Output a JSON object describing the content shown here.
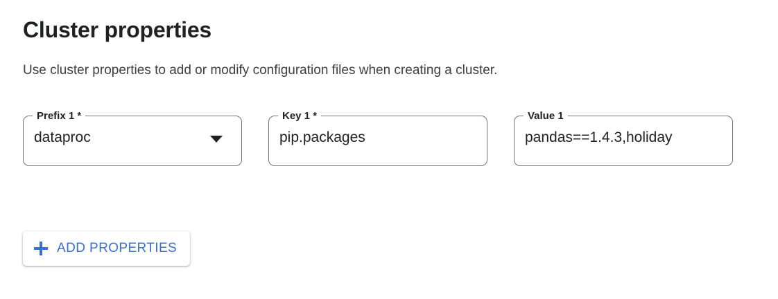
{
  "section": {
    "title": "Cluster properties",
    "description": "Use cluster properties to add or modify configuration files when creating a cluster."
  },
  "fields": [
    {
      "name": "prefix",
      "label": "Prefix 1 *",
      "value": "dataproc",
      "control": "select",
      "icon": "chevron-down-icon"
    },
    {
      "name": "key",
      "label": "Key 1 *",
      "value": "pip.packages",
      "control": "text"
    },
    {
      "name": "value",
      "label": "Value 1",
      "value": "pandas==1.4.3,holiday",
      "control": "text"
    }
  ],
  "buttons": {
    "add_properties": {
      "label": "ADD PROPERTIES",
      "icon": "plus-icon"
    }
  },
  "colors": {
    "accent": "#3b6fd4",
    "text_primary": "#202124",
    "text_secondary": "#3c4043",
    "field_border": "#70757a",
    "background": "#ffffff"
  }
}
